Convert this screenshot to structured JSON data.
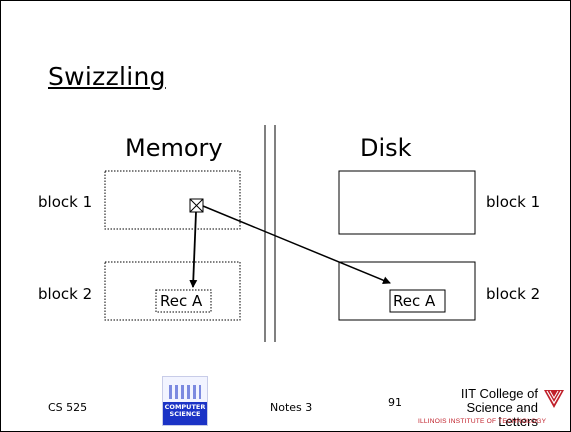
{
  "slide": {
    "title": "Swizzling",
    "memory_heading": "Memory",
    "disk_heading": "Disk"
  },
  "memory": {
    "block1_label": "block 1",
    "block2_label": "block 2",
    "record_label": "Rec A"
  },
  "disk": {
    "block1_label": "block 1",
    "block2_label": "block 2",
    "record_label": "Rec A"
  },
  "footer": {
    "course": "CS 525",
    "notes": "Notes 3",
    "page": "91",
    "logo_text": "COMPUTER\nSCIENCE",
    "college_name": "IIT College of\nScience and Letters",
    "institute": "ILLINOIS INSTITUTE OF TECHNOLOGY"
  },
  "colors": {
    "accent_red": "#c0202a",
    "logo_blue": "#1b33c6"
  }
}
